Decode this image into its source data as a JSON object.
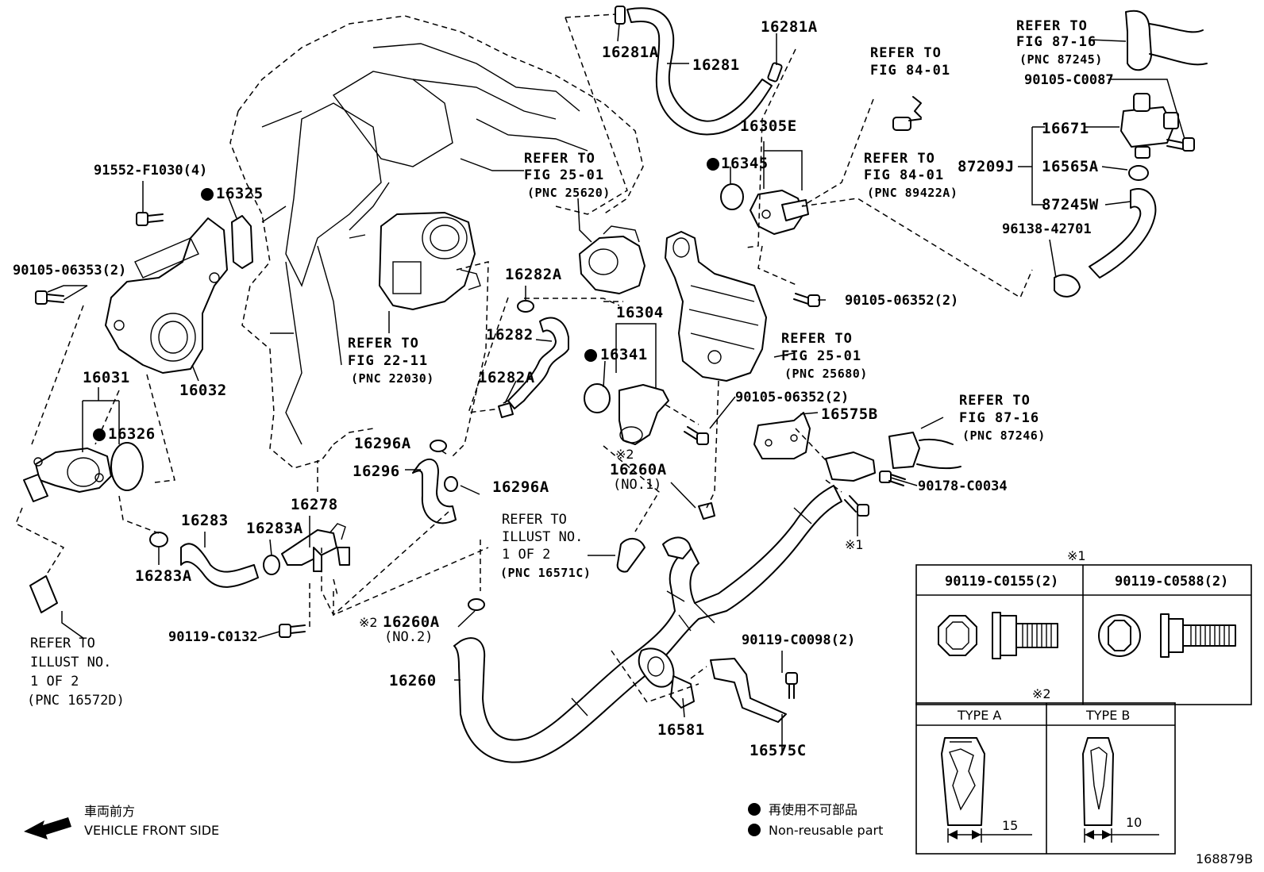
{
  "diagram_id": "168879B",
  "labels": {
    "l16281A_top": "16281A",
    "l16281A_right": "16281A",
    "l16281": "16281",
    "l16305E": "16305E",
    "l16345": "16345",
    "l91552": "91552-F1030(4)",
    "l16325": "16325",
    "l90105_06353": "90105-06353(2)",
    "l16031": "16031",
    "l16326": "16326",
    "l16032": "16032",
    "l16282A_top": "16282A",
    "l16282": "16282",
    "l16282A_bot": "16282A",
    "l16304": "16304",
    "l16341": "16341",
    "l16671": "16671",
    "l87209J": "87209J",
    "l16565A": "16565A",
    "l87245W": "87245W",
    "l96138": "96138-42701",
    "l90105_C0087": "90105-C0087",
    "l90105_06352_a": "90105-06352(2)",
    "l90105_06352_b": "90105-06352(2)",
    "l16575B": "16575B",
    "l16296A_top": "16296A",
    "l16296": "16296",
    "l16296A_right": "16296A",
    "l16260A_1": "16260A",
    "l16260A_1_sub": "(NO.1)",
    "l90178": "90178-C0034",
    "l16283": "16283",
    "l16283A_mid": "16283A",
    "l16283A_low": "16283A",
    "l16278": "16278",
    "l90119_C0132": "90119-C0132",
    "l16260A_2": "16260A",
    "l16260A_2_sub": "(NO.2)",
    "l16260": "16260",
    "l90119_C0098": "90119-C0098(2)",
    "l16581": "16581",
    "l16575C": "16575C",
    "star1_marker": "※1",
    "star2_marker": "※2"
  },
  "refs": {
    "r_fig8716_top": [
      "REFER TO",
      "FIG 87-16",
      "(PNC 87245)"
    ],
    "r_fig8401_a": [
      "REFER TO",
      "FIG 84-01"
    ],
    "r_fig8401_b": [
      "REFER TO",
      "FIG 84-01",
      "(PNC 89422A)"
    ],
    "r_fig2501_a": [
      "REFER TO",
      "FIG 25-01",
      "(PNC 25620)"
    ],
    "r_fig2211": [
      "REFER TO",
      "FIG 22-11",
      "(PNC 22030)"
    ],
    "r_fig2501_b": [
      "REFER TO",
      "FIG 25-01",
      "(PNC 25680)"
    ],
    "r_fig8716_mid": [
      "REFER TO",
      "FIG 87-16",
      "(PNC 87246)"
    ],
    "r_illust_16571C": [
      "REFER TO",
      "ILLUST NO.",
      "1 OF 2",
      "(PNC 16571C)"
    ],
    "r_illust_16572D": [
      "REFER TO",
      "ILLUST NO.",
      "1 OF 2",
      "(PNC 16572D)"
    ]
  },
  "table_star1": {
    "marker": "※1",
    "col1": "90119-C0155(2)",
    "col2": "90119-C0588(2)"
  },
  "table_star2": {
    "marker": "※2",
    "col1": "TYPE A",
    "col2": "TYPE B",
    "dim1": "15",
    "dim2": "10"
  },
  "legend": {
    "jp": "再使用不可部品",
    "en": "Non-reusable part"
  },
  "direction": {
    "jp": "車両前方",
    "en": "VEHICLE FRONT SIDE"
  }
}
